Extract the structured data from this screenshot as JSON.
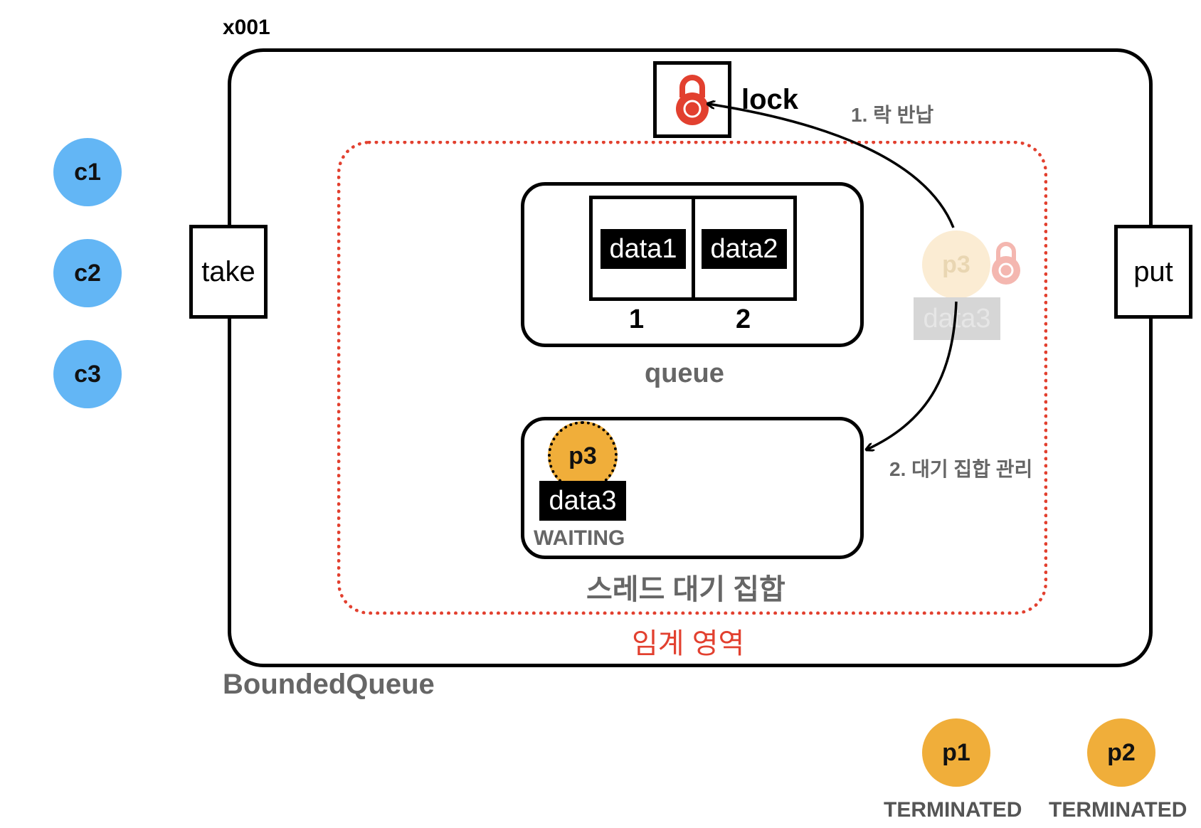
{
  "object_id": "x001",
  "container_label": "BoundedQueue",
  "critical_section_label": "임계 영역",
  "lock_label": "lock",
  "step1": "1. 락 반납",
  "step2": "2. 대기 집합 관리",
  "ports": {
    "take": "take",
    "put": "put"
  },
  "queue": {
    "label": "queue",
    "slots": [
      "data1",
      "data2"
    ],
    "indices": [
      "1",
      "2"
    ]
  },
  "wait_set": {
    "label": "스레드 대기 집합",
    "thread": "p3",
    "data": "data3",
    "state": "WAITING"
  },
  "ghost": {
    "thread": "p3",
    "data": "data3",
    "icon": "lock-icon"
  },
  "consumers": [
    "c1",
    "c2",
    "c3"
  ],
  "producers": [
    {
      "name": "p1",
      "state": "TERMINATED"
    },
    {
      "name": "p2",
      "state": "TERMINATED"
    }
  ],
  "colors": {
    "consumer": "#63b6f5",
    "producer": "#f0ae3a",
    "critical": "#e2402f",
    "lock": "#e2402f",
    "muted_text": "#666666"
  }
}
